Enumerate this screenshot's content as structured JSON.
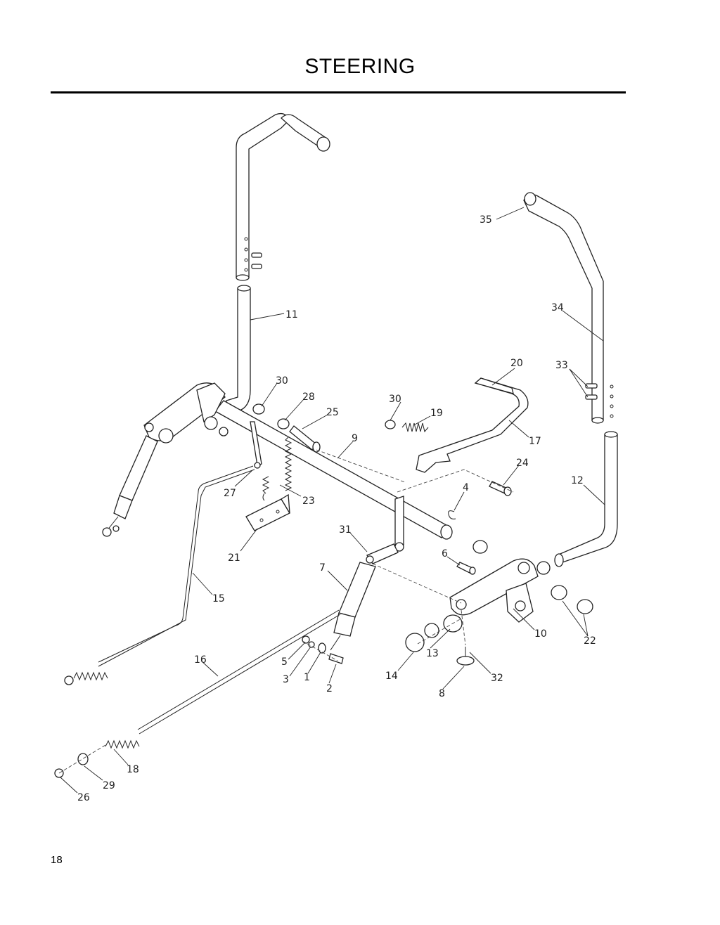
{
  "page": {
    "title": "STEERING",
    "page_number": "18"
  },
  "callouts": [
    {
      "id": "c35",
      "label": "35"
    },
    {
      "id": "c11",
      "label": "11"
    },
    {
      "id": "c34",
      "label": "34"
    },
    {
      "id": "c30a",
      "label": "30"
    },
    {
      "id": "c28",
      "label": "28"
    },
    {
      "id": "c25",
      "label": "25"
    },
    {
      "id": "c30b",
      "label": "30"
    },
    {
      "id": "c19",
      "label": "19"
    },
    {
      "id": "c20",
      "label": "20"
    },
    {
      "id": "c33",
      "label": "33"
    },
    {
      "id": "c9",
      "label": "9"
    },
    {
      "id": "c17",
      "label": "17"
    },
    {
      "id": "c24",
      "label": "24"
    },
    {
      "id": "c12",
      "label": "12"
    },
    {
      "id": "c27",
      "label": "27"
    },
    {
      "id": "c23",
      "label": "23"
    },
    {
      "id": "c4",
      "label": "4"
    },
    {
      "id": "c31",
      "label": "31"
    },
    {
      "id": "c21",
      "label": "21"
    },
    {
      "id": "c6",
      "label": "6"
    },
    {
      "id": "c7",
      "label": "7"
    },
    {
      "id": "c15",
      "label": "15"
    },
    {
      "id": "c10",
      "label": "10"
    },
    {
      "id": "c22",
      "label": "22"
    },
    {
      "id": "c13",
      "label": "13"
    },
    {
      "id": "c16",
      "label": "16"
    },
    {
      "id": "c5",
      "label": "5"
    },
    {
      "id": "c3",
      "label": "3"
    },
    {
      "id": "c1",
      "label": "1"
    },
    {
      "id": "c2",
      "label": "2"
    },
    {
      "id": "c14",
      "label": "14"
    },
    {
      "id": "c32",
      "label": "32"
    },
    {
      "id": "c8",
      "label": "8"
    },
    {
      "id": "c18",
      "label": "18"
    },
    {
      "id": "c29",
      "label": "29"
    },
    {
      "id": "c26",
      "label": "26"
    }
  ]
}
